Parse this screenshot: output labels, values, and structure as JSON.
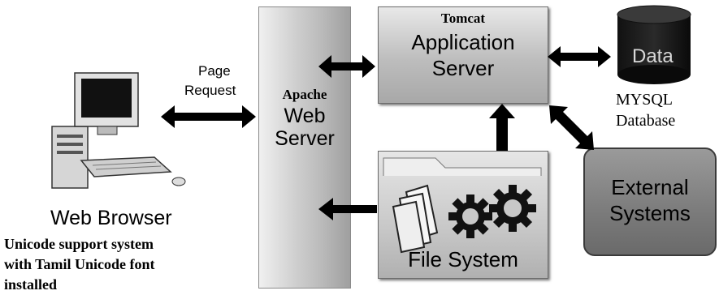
{
  "apache": {
    "line1": "Apache",
    "line2": "Web",
    "line3": "Server"
  },
  "tomcat": {
    "line1": "Tomcat",
    "line2": "Application",
    "line3": "Server"
  },
  "database": {
    "cylinder_label": "Data",
    "line1": "MYSQL",
    "line2": "Database"
  },
  "external": {
    "line1": "External",
    "line2": "Systems"
  },
  "filesystem": {
    "label": "File System"
  },
  "page_request": {
    "line1": "Page",
    "line2": "Request"
  },
  "browser": {
    "title": "Web Browser",
    "note1": "Unicode support system",
    "note2": "with Tamil Unicode font",
    "note3": "installed"
  },
  "colors": {
    "box_dark": "#6a6a6a",
    "box_light": "#e6e6e6",
    "arrow": "#000000"
  }
}
